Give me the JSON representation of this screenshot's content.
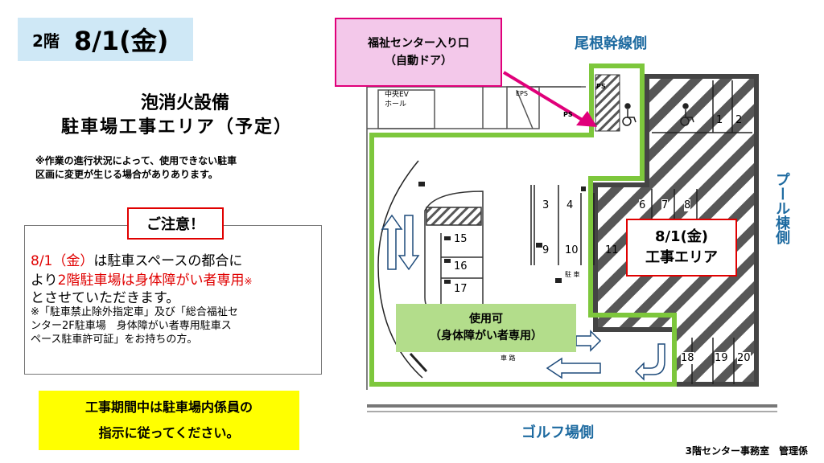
{
  "floor_label": "2階",
  "date_label": "8/1(金)",
  "title_line1": "泡消火設備",
  "title_line2": "駐車場工事エリア（予定）",
  "progress_note_1": "※作業の進行状況によって、使用できない駐車",
  "progress_note_2": "区画に変更が生じる場合がありあります。",
  "caution_title": "ご注意！",
  "caution_line1_red": "8/1（金）",
  "caution_line1_rest": "は駐車スペースの都合に",
  "caution_line2_pre": "より",
  "caution_line2_red": "2階駐車場は身体障がい者専用",
  "caution_line2_mark": "※",
  "caution_line3": "とさせていただきます。",
  "caution_note_1": "※「駐車禁止除外指定車」及び「総合福祉セ",
  "caution_note_2": "ンター2F駐車場　身体障がい者専用駐車ス",
  "caution_note_3": "ペース駐車許可証」をお持ちの方。",
  "staff_line1": "工事期間中は駐車場内係員の",
  "staff_line2": "指示に従ってください。",
  "footer": "3階センター事務室　管理係",
  "entrance_line1": "福祉センター入り口",
  "entrance_line2": "（自動ドア）",
  "side_top": "尾根幹線側",
  "side_right": "プール棟側",
  "side_bottom": "ゴルフ場側",
  "work_area_line1": "8/1(金)",
  "work_area_line2": "工事エリア",
  "usable_line1": "使用可",
  "usable_line2": "（身体障がい者専用）",
  "map": {
    "ev_hall_1": "中央EV",
    "ev_hall_2": "ホール",
    "eps": "EPS",
    "ps1": "PS",
    "ps2": "PS",
    "lane": "車 路",
    "parking": "駐 車",
    "spaces": {
      "s1": "1",
      "s2": "2",
      "s3": "3",
      "s4": "4",
      "s6": "6",
      "s7": "7",
      "s8": "8",
      "s9": "9",
      "s10": "10",
      "s11": "11",
      "s15": "15",
      "s16": "16",
      "s17": "17",
      "s18": "18",
      "s19": "19",
      "s20": "20"
    }
  },
  "colors": {
    "green_outline": "#7dc73c",
    "hatch_outline": "#555555",
    "red": "#e00000",
    "yellow": "#ffff00",
    "pink": "#f3c8ea",
    "side_label_blue": "#1d6aa0"
  }
}
